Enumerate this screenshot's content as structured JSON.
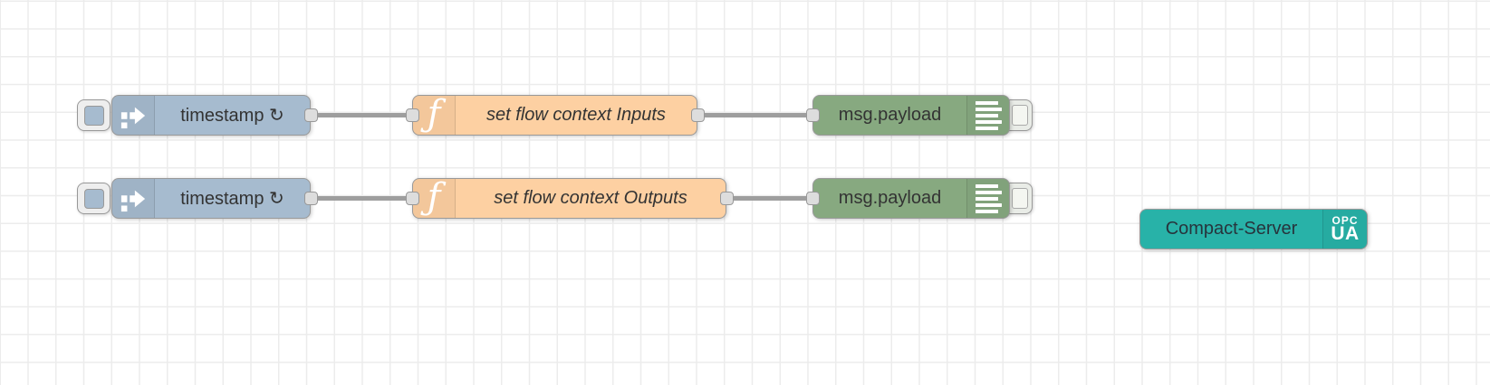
{
  "nodes": {
    "inject1": {
      "label": "timestamp ↻"
    },
    "inject2": {
      "label": "timestamp ↻"
    },
    "function1": {
      "label": "set flow context Inputs"
    },
    "function2": {
      "label": "set flow context Outputs"
    },
    "debug1": {
      "label": "msg.payload"
    },
    "debug2": {
      "label": "msg.payload"
    },
    "server1": {
      "label": "Compact-Server",
      "badge_line1": "OPC",
      "badge_line2": "UA"
    }
  },
  "icons": {
    "inject": "arrow-in-icon",
    "function_glyph": "ƒ",
    "debug": "debug-list-icon",
    "server_badge": "opc-ua-badge"
  },
  "colors": {
    "inject_node": "#a6bbcf",
    "function_node": "#fdd0a2",
    "debug_node": "#87a980",
    "opcua_server_node": "#28b2a8",
    "node_border": "#999999",
    "wire": "#9e9e9e",
    "port_fill": "#dddddd",
    "label_text": "#333333",
    "grid_line": "#ececec",
    "canvas_bg": "#ffffff"
  }
}
